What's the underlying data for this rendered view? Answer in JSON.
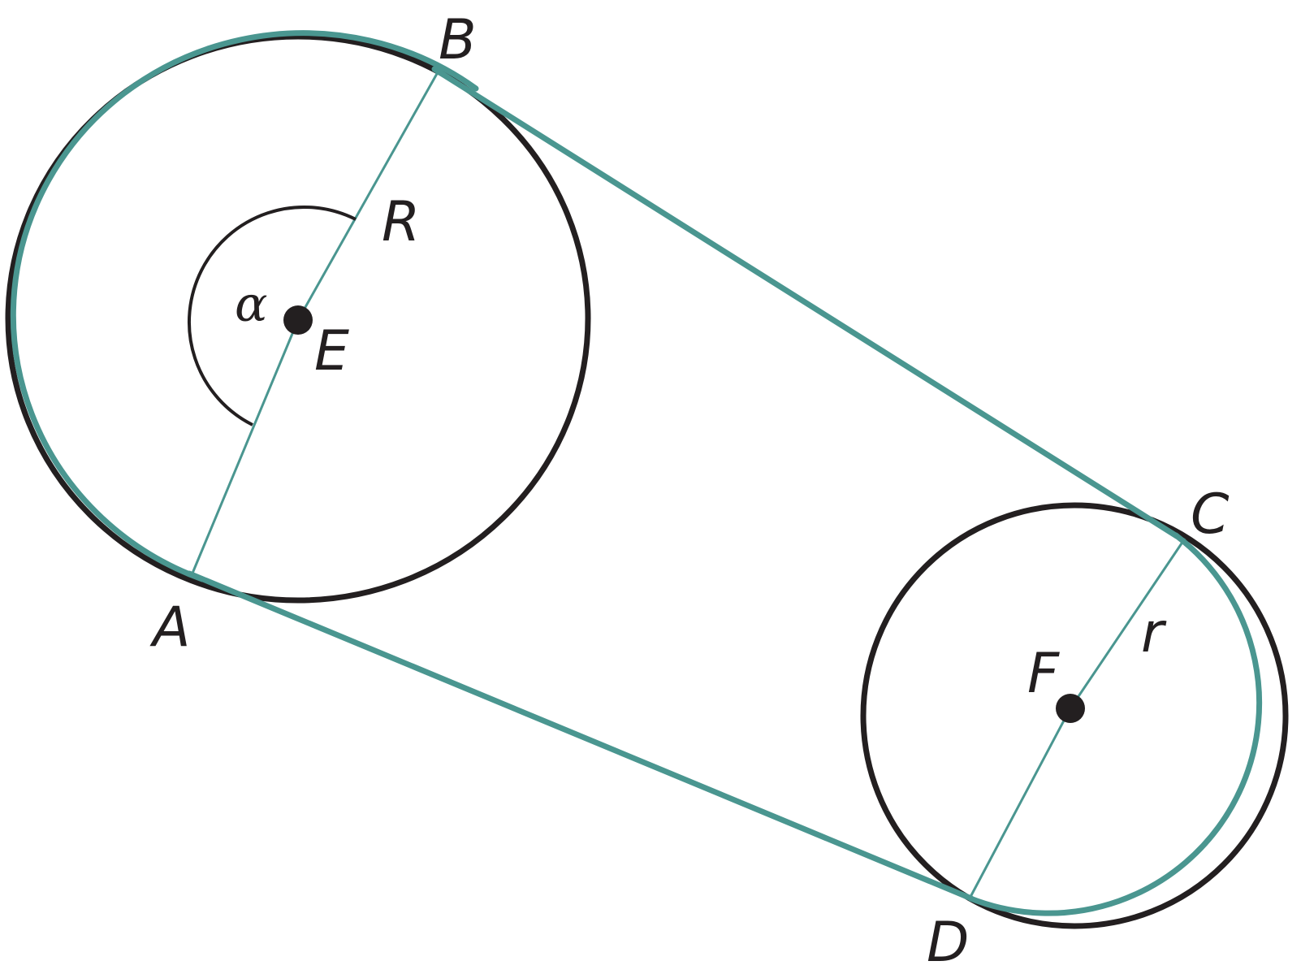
{
  "colors": {
    "belt": "#4a9690",
    "circle": "#231f20",
    "angle_arc": "#231f20",
    "background": "#ffffff"
  },
  "labels": {
    "A": "A",
    "B": "B",
    "C": "C",
    "D": "D",
    "E": "E",
    "F": "F",
    "R": "R",
    "r": "r",
    "alpha": "α"
  }
}
